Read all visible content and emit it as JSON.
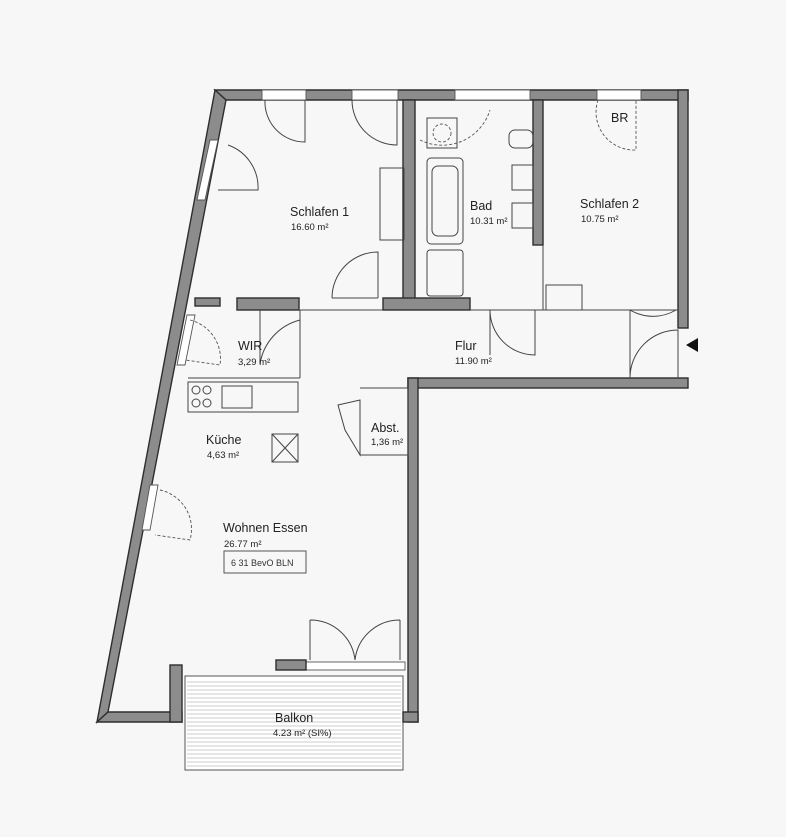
{
  "plan": {
    "rooms": [
      {
        "name": "Schlafen 1",
        "area": "16.60 m²"
      },
      {
        "name": "Bad",
        "area": "10.31 m²"
      },
      {
        "name": "Schlafen 2",
        "area": "10.75 m²"
      },
      {
        "name": "WIR",
        "area": "3,29 m²"
      },
      {
        "name": "Flur",
        "area": "11.90 m²"
      },
      {
        "name": "Küche",
        "area": "4,63 m²"
      },
      {
        "name": "Abst.",
        "area": "1,36 m²"
      },
      {
        "name": "Wohnen Essen",
        "area": "26.77 m²"
      },
      {
        "name": "Balkon",
        "area": "4.23 m² (SI%)"
      }
    ],
    "tag": "6 31 BevO BLN",
    "marker_br": "BR",
    "colors": {
      "wall": "#8c8c8c",
      "line": "#2e2e2e",
      "background": "#f7f7f7"
    }
  }
}
